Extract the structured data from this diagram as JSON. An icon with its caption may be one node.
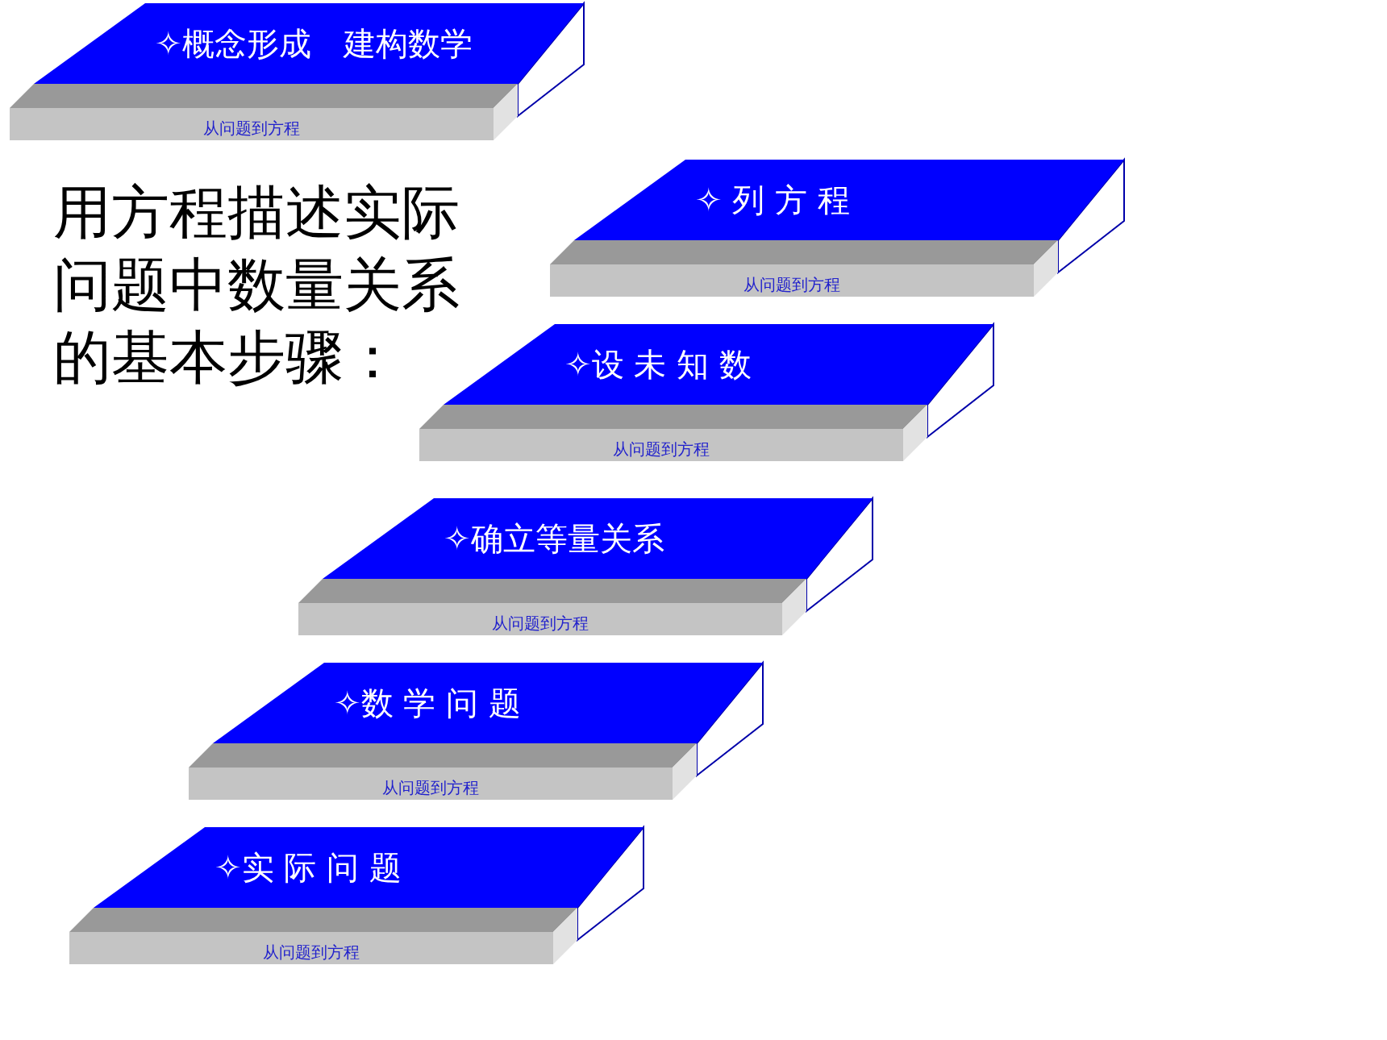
{
  "diagram": {
    "nodes": [
      {
        "text": [
          "✧概念形成　建构数学",
          "从问题到方程"
        ]
      },
      {
        "text": [
          "✧ 列 方 程",
          "从问题到方程"
        ]
      },
      {
        "text": [
          "✧设 未 知 数",
          "从问题到方程"
        ]
      },
      {
        "text": [
          "✧确立等量关系",
          "从问题到方程"
        ]
      },
      {
        "text": [
          "✧数 学 问 题",
          "从问题到方程"
        ]
      },
      {
        "text": [
          "✧实 际 问 题",
          "从问题到方程"
        ]
      }
    ],
    "labels": [
      "用方程描述实际问题中数量关系的基本步骤："
    ]
  }
}
